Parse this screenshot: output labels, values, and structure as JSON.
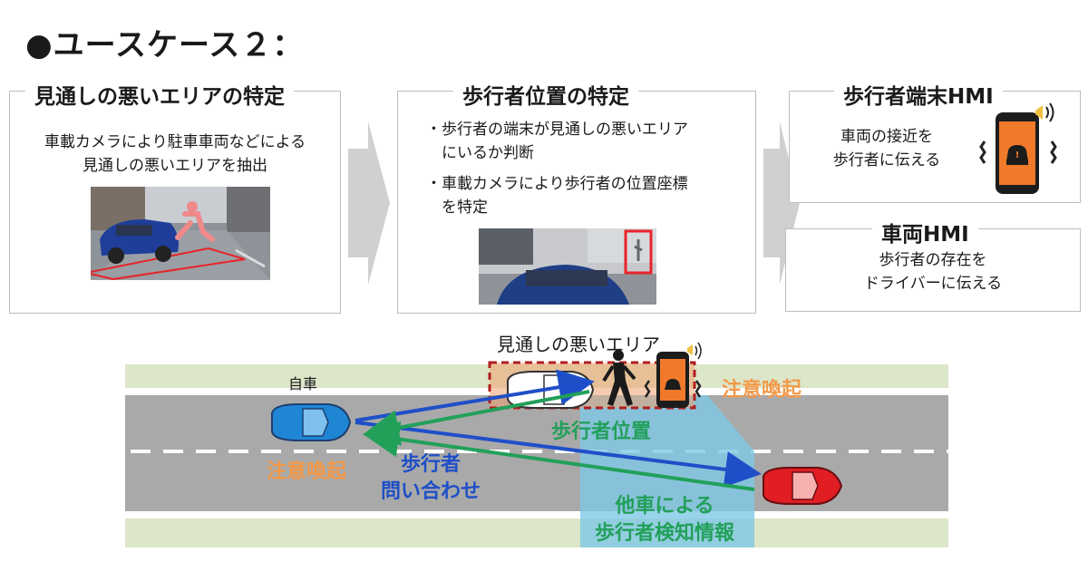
{
  "title": "●ユースケース２：",
  "panels": [
    {
      "title": "見通しの悪いエリアの特定",
      "text": [
        "車載カメラにより駐車車両などによる",
        "見通しの悪いエリアを抽出"
      ]
    },
    {
      "title": "歩行者位置の特定",
      "bullets": [
        [
          "・歩行者の端末が見通しの悪いエリア",
          "　にいるか判断"
        ],
        [
          "・車載カメラにより歩行者の位置座標",
          "　を特定"
        ]
      ]
    },
    {
      "title": "歩行者端末HMI",
      "text": [
        "車両の接近を",
        "歩行者に伝える"
      ]
    },
    {
      "title": "車両HMI",
      "text": [
        "歩行者の存在を",
        "ドライバーに伝える"
      ]
    }
  ],
  "scene": {
    "area_label": "見通しの悪いエリア",
    "own_car_label": "自車",
    "alert_label": "注意喚起",
    "pedestrian_position_label": "歩行者位置",
    "query_label": [
      "歩行者",
      "問い合わせ"
    ],
    "other_car_label": [
      "他車による",
      "歩行者検知情報"
    ]
  },
  "colors": {
    "orange": "#f39a4a",
    "green": "#22a05a",
    "blue": "#1f4fc8",
    "road": "#a9a9a9",
    "verge": "#dce6c8",
    "dash_red": "#b01e1e"
  }
}
